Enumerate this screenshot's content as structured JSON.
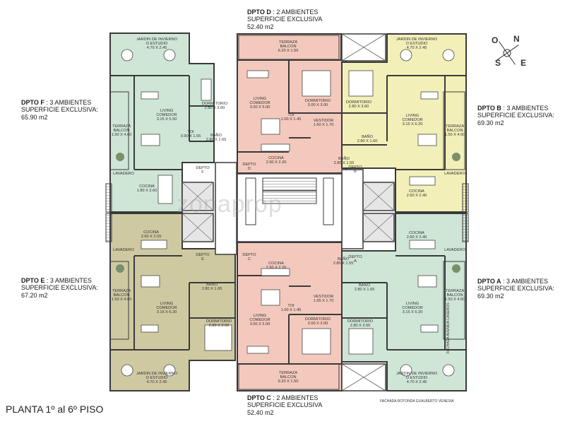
{
  "title": "PLANTA 1º al 6º PISO",
  "facade_bottom": "FACHADA ROTONDA GUALBERTO VENESIA",
  "facade_right": "FACHADA AVENIDA CASEROS",
  "watermark": "zonaprop",
  "compass": {
    "n": "N",
    "e": "E",
    "s": "S",
    "o": "O"
  },
  "colors": {
    "green": "#cfe6d7",
    "yellow": "#f2efb8",
    "pink": "#f4c9bd",
    "olive": "#cfc9a2",
    "wall": "#3a3a3a"
  },
  "units": [
    {
      "id": "D",
      "name": "DPTO D",
      "rooms": ": 2 AMBIENTES",
      "surface_label": "SUPERFICIE EXCLUSIVA",
      "surface": "52.40 m2"
    },
    {
      "id": "F",
      "name": "DPTO F",
      "rooms": ": 3 AMBIENTES",
      "surface_label": "SUPERFICIE EXCLUSIVA:",
      "surface": "65.90 m2"
    },
    {
      "id": "B",
      "name": "DPTO B",
      "rooms": ": 3 AMBIENTES",
      "surface_label": "SUPERFICIE EXCLUSIVA:",
      "surface": "69.30 m2"
    },
    {
      "id": "E",
      "name": "DPTO E",
      "rooms": ": 3 AMBIENTES",
      "surface_label": "SUPERFICIE EXCLUSIVA:",
      "surface": "67.20 m2"
    },
    {
      "id": "A",
      "name": "DPTO A",
      "rooms": ": 3 AMBIENTES",
      "surface_label": "SUPERFICIE EXCLUSIVA:",
      "surface": "69.30 m2"
    },
    {
      "id": "C",
      "name": "DPTO C",
      "rooms": ": 2 AMBIENTES",
      "surface_label": "SUPERFICIE EXCLUSIVA",
      "surface": "52.40 m2"
    }
  ],
  "rooms": [
    {
      "name": "JARDIN DE INVIERNO",
      "name2": "O ESTUDIO",
      "dim": "4.70 X 2.45"
    },
    {
      "name": "LIVING",
      "name2": "COMEDOR",
      "dim": "3.15 X 5.50"
    },
    {
      "name": "DORMITORIO",
      "name2": "",
      "dim": "2.80 X 3.60"
    },
    {
      "name": "TOI",
      "name2": "",
      "dim": "0.90 X 1.55"
    },
    {
      "name": "BAÑO",
      "name2": "",
      "dim": "2.80 X 1.65"
    },
    {
      "name": "TERRAZA",
      "name2": "BALCON",
      "dim": "1.50 X 4.60"
    },
    {
      "name": "LAVADERO",
      "name2": "",
      "dim": ""
    },
    {
      "name": "COCINA",
      "name2": "",
      "dim": "1.80 X 2.60"
    },
    {
      "name": "DEPTO",
      "name2": "F",
      "dim": ""
    },
    {
      "name": "TERRAZA",
      "name2": "BALCON",
      "dim": "6.20 X 1.50"
    },
    {
      "name": "LIVING",
      "name2": "COMEDOR",
      "dim": "3.00 X 5.00"
    },
    {
      "name": "DORMITORIO",
      "name2": "",
      "dim": "3.00 X 3.00"
    },
    {
      "name": "TOI",
      "name2": "",
      "dim": "1.00 X 1.45"
    },
    {
      "name": "VESTIDOR",
      "name2": "",
      "dim": "1.60 X 1.70"
    },
    {
      "name": "COCINA",
      "name2": "",
      "dim": "2.90 X 2.20"
    },
    {
      "name": "DEPTO",
      "name2": "D",
      "dim": ""
    },
    {
      "name": "BAÑO",
      "name2": "",
      "dim": "2.80 X 1.55"
    },
    {
      "name": "JARDIN DE INVIERNO",
      "name2": "O ESTUDIO",
      "dim": "4.70 X 2.45"
    },
    {
      "name": "DORMITORIO",
      "name2": "",
      "dim": "2.80 X 3.60"
    },
    {
      "name": "LIVING",
      "name2": "COMEDOR",
      "dim": "3.15 X 6.20"
    },
    {
      "name": "BAÑO",
      "name2": "",
      "dim": "2.80 X 1.60"
    },
    {
      "name": "TERRAZA",
      "name2": "BALCON",
      "dim": "1.50 X 4.60"
    },
    {
      "name": "DEPTO",
      "name2": "B",
      "dim": ""
    },
    {
      "name": "LAVADERO",
      "name2": "",
      "dim": ""
    },
    {
      "name": "COCINA",
      "name2": "",
      "dim": "2.60 X 2.40"
    },
    {
      "name": "COCINA",
      "name2": "",
      "dim": "2.60 X 2.55"
    },
    {
      "name": "LAVADERO",
      "name2": "",
      "dim": ""
    },
    {
      "name": "DEPTO",
      "name2": "E",
      "dim": ""
    },
    {
      "name": "TERRAZA",
      "name2": "BALCON",
      "dim": "1.50 X 4.60"
    },
    {
      "name": "LIVING",
      "name2": "COMEDOR",
      "dim": "3.15 X 6.20"
    },
    {
      "name": "BAÑO",
      "name2": "",
      "dim": "2.80 X 1.65"
    },
    {
      "name": "DORMITORIO",
      "name2": "",
      "dim": "2.80 X 3.60"
    },
    {
      "name": "JARDIN DE INVIERNO",
      "name2": "O ESTUDIO",
      "dim": "4.70 X 2.45"
    },
    {
      "name": "COCINA",
      "name2": "",
      "dim": "2.90 X 2.20"
    },
    {
      "name": "DEPTO",
      "name2": "C",
      "dim": ""
    },
    {
      "name": "BAÑO",
      "name2": "",
      "dim": "2.80 X 1.55"
    },
    {
      "name": "LIVING",
      "name2": "COMEDOR",
      "dim": "3.00 X 5.00"
    },
    {
      "name": "TOI",
      "name2": "",
      "dim": "1.00 X 1.45"
    },
    {
      "name": "VESTIDOR",
      "name2": "",
      "dim": "1.65 X 1.70"
    },
    {
      "name": "DORMITORIO",
      "name2": "",
      "dim": "3.00 X 3.00"
    },
    {
      "name": "TERRAZA",
      "name2": "BALCON",
      "dim": "6.20 X 1.50"
    },
    {
      "name": "COCINA",
      "name2": "",
      "dim": "2.60 X 2.40"
    },
    {
      "name": "DEPTO",
      "name2": "A",
      "dim": ""
    },
    {
      "name": "BAÑO",
      "name2": "",
      "dim": "2.80 X 1.65"
    },
    {
      "name": "DORMITORIO",
      "name2": "",
      "dim": "2.80 X 3.60"
    },
    {
      "name": "LIVING",
      "name2": "COMEDOR",
      "dim": "3.15 X 6.20"
    },
    {
      "name": "TERRAZA",
      "name2": "BALCON",
      "dim": "1.50 X 4.60"
    },
    {
      "name": "LAVADERO",
      "name2": "",
      "dim": ""
    },
    {
      "name": "JARDIN DE INVIERNO",
      "name2": "O ESTUDIO",
      "dim": "4.70 X 2.45"
    }
  ]
}
